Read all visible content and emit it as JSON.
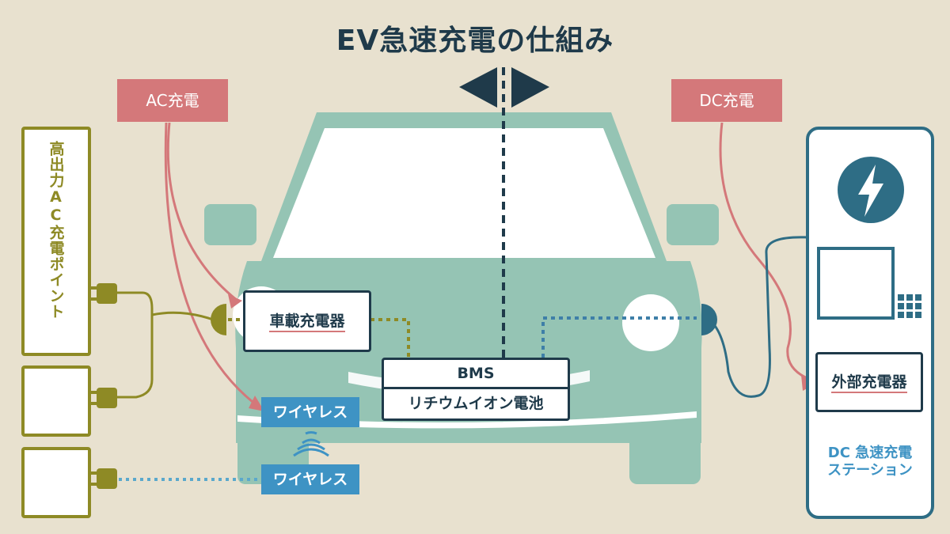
{
  "title": "EV急速充電の仕組み",
  "ac_tag": "AC充電",
  "dc_tag": "DC充電",
  "onboard_charger": "車載充電器",
  "bms": "BMS",
  "battery": "リチウムイオン電池",
  "wireless_top": "ワイヤレス",
  "wireless_bottom": "ワイヤレス",
  "external_charger": "外部充電器",
  "high_output_ac_point": "高出力AC充電ポイント",
  "dc_station_line1": "DC 急速充電",
  "dc_station_line2": "ステーション",
  "colors": {
    "background": "#e8e1cf",
    "car_body": "#95c4b4",
    "navy": "#1f3a4a",
    "olive": "#8e8a25",
    "red": "#d4787a",
    "blue": "#3e93c4",
    "teal": "#2e6d85"
  }
}
